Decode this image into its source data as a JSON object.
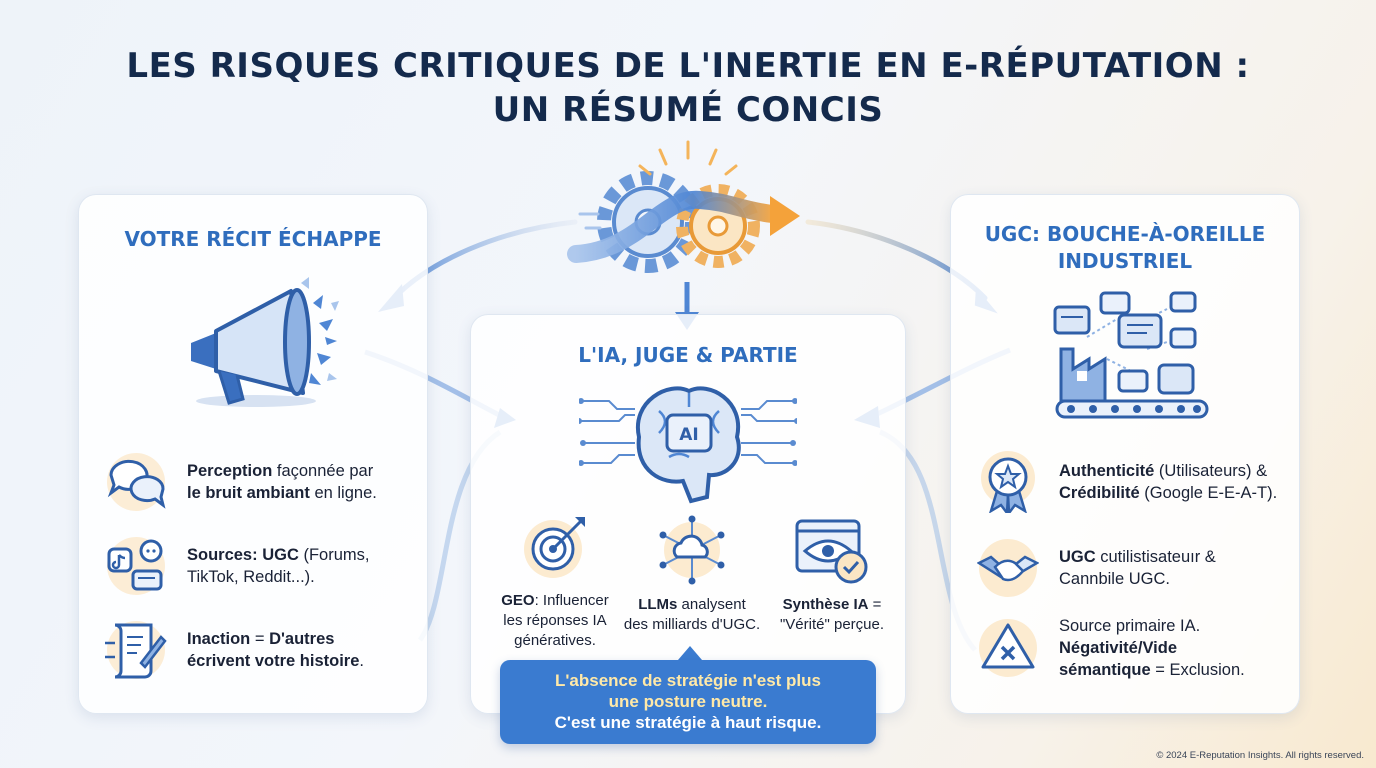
{
  "title": {
    "line1": "LES RISQUES CRITIQUES DE L'INERTIE EN E-RÉPUTATION :",
    "line2": "UN RÉSUMÉ CONCIS"
  },
  "left": {
    "title": "VOTRE RÉCIT ÉCHAPPE",
    "items": [
      {
        "icon": "speech-bubbles-icon",
        "t1": "Perception",
        "t2": " façonnée par",
        "t3": "le bruit ambiant",
        "t4": " en ligne."
      },
      {
        "icon": "social-apps-icon",
        "t1": "Sources: UGC",
        "t2": " (Forums,",
        "t3": "TikTok, Reddit...)."
      },
      {
        "icon": "writing-scroll-icon",
        "t1": "Inaction",
        "t2": " = ",
        "t3": "D'autres",
        "t4": "écrivent votre histoire",
        "t5": "."
      }
    ]
  },
  "middle": {
    "title": "L'IA, JUGE & PARTIE",
    "brain_label": "AI",
    "items": [
      {
        "icon": "target-icon",
        "bold": "GEO",
        "rest": ": Influencer",
        "l2": "les réponses IA",
        "l3": "génératives."
      },
      {
        "icon": "cloud-network-icon",
        "bold": "LLMs",
        "rest": " analysent",
        "l2": "des milliards d'UGC."
      },
      {
        "icon": "eye-check-icon",
        "bold": "Synthèse IA",
        "rest": " =",
        "l2": "\"Vérité\" perçue."
      }
    ]
  },
  "right": {
    "title_l1": "UGC: BOUCHE-À-OREILLE",
    "title_l2": "INDUSTRIEL",
    "items": [
      {
        "icon": "award-badge-icon",
        "b1": "Authenticité",
        "r1": " (Utilisateurs) &",
        "b2": "Crédibilité",
        "r2": " (Google E-E-A-T)."
      },
      {
        "icon": "handshake-icon",
        "b1": "UGC",
        "r1": " cutilistisateuır &",
        "l2": "Cannbile UGC."
      },
      {
        "icon": "warning-x-icon",
        "l1": "Source primaire IA.",
        "b2": "Négativité/Vide",
        "b3": "sémantique",
        "r3": " = Exclusion."
      }
    ]
  },
  "banner": {
    "line1": "L'absence de stratégie n'est plus",
    "line2": "une posture neutre.",
    "line3": "C'est une stratégie à haut risque."
  },
  "footer": "© 2024 E-Reputation Insights. All rights reserved.",
  "colors": {
    "primary": "#2f6dbd",
    "title": "#142a4c",
    "banner": "#3a7bd0",
    "accent": "#f4a23a"
  }
}
